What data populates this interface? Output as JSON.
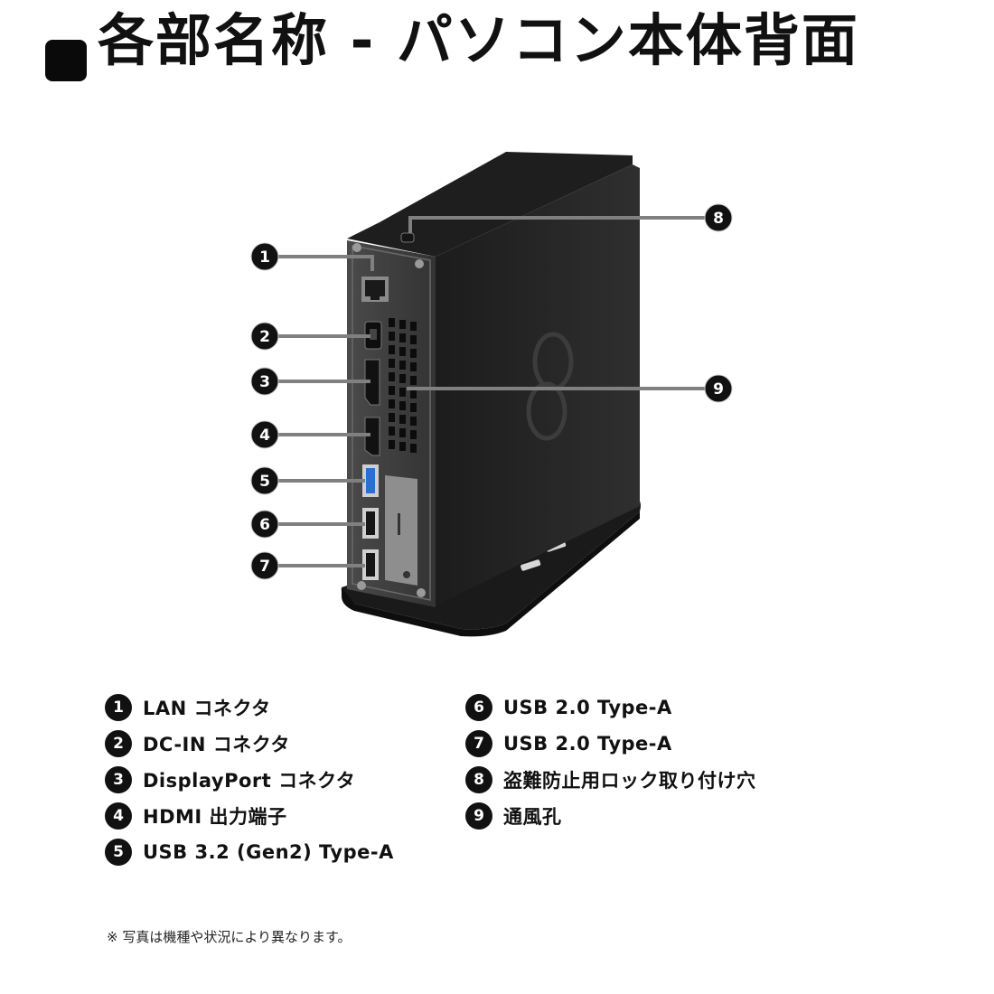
{
  "title": "各部名称 - パソコン本体背面",
  "callouts": [
    "1",
    "2",
    "3",
    "4",
    "5",
    "6",
    "7",
    "8",
    "9"
  ],
  "legend": [
    {
      "num": "1",
      "label": "LAN コネクタ"
    },
    {
      "num": "2",
      "label": "DC-IN コネクタ"
    },
    {
      "num": "3",
      "label": "DisplayPort コネクタ"
    },
    {
      "num": "4",
      "label": "HDMI 出力端子"
    },
    {
      "num": "5",
      "label": "USB 3.2 (Gen2) Type-A"
    },
    {
      "num": "6",
      "label": "USB 2.0 Type-A"
    },
    {
      "num": "7",
      "label": "USB 2.0 Type-A"
    },
    {
      "num": "8",
      "label": "盗難防止用ロック取り付け穴"
    },
    {
      "num": "9",
      "label": "通風孔"
    }
  ],
  "footnote": "※ 写真は機種や状況により異なります。",
  "colors": {
    "case": "#2b2b2b",
    "panel": "#3a3a3a",
    "leader": "#808080",
    "callout": "#111111",
    "usb3_port": "#2a6fd6"
  }
}
